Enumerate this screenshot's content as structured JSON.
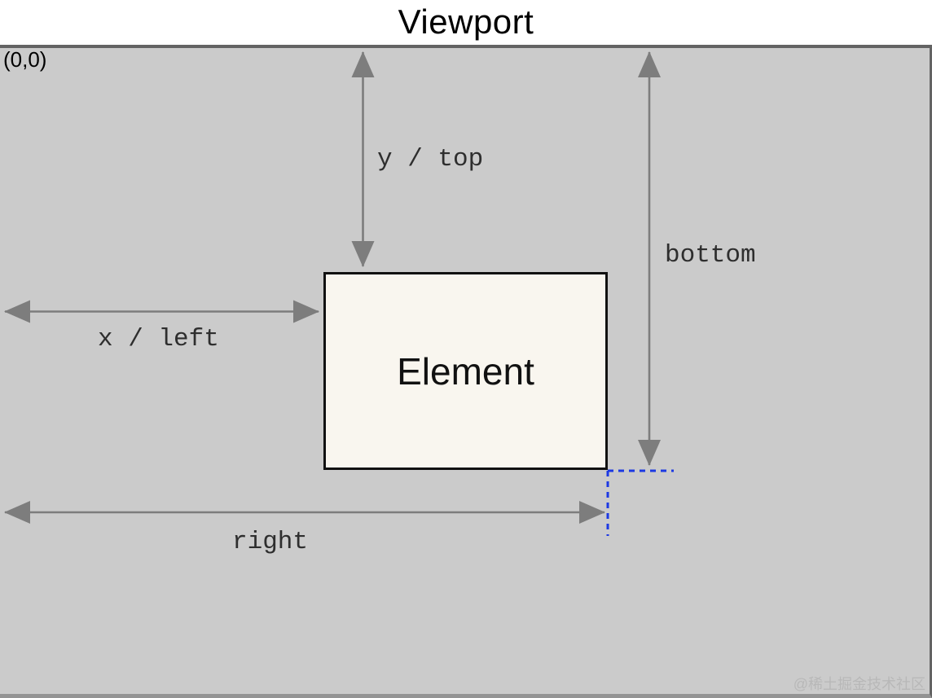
{
  "title": "Viewport",
  "origin_label": "(0,0)",
  "element": {
    "label": "Element"
  },
  "annotations": {
    "y_top": "y / top",
    "x_left": "x / left",
    "bottom": "bottom",
    "right": "right"
  },
  "watermark": "@稀土掘金技术社区",
  "colors": {
    "viewport_bg": "#cbcbcb",
    "viewport_border": "#636363",
    "viewport_border_bottom": "#949494",
    "arrow": "#7d7d7d",
    "dashed_blue": "#1c39e3",
    "element_fill": "#f9f6ef",
    "element_border": "#111111",
    "label_text": "#2e2e2e",
    "title_text": "#000000",
    "watermark_text": "#b8b8b8"
  }
}
